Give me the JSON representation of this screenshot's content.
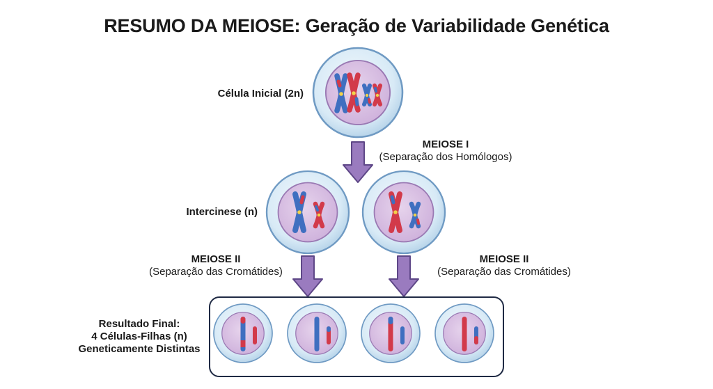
{
  "title": "RESUMO DA MEIOSE: Geração de Variabilidade Genética",
  "stages": {
    "initial": "Célula Inicial (2n)",
    "interkinesis": "Intercinese (n)",
    "result_line1": "Resultado Final:",
    "result_line2": "4 Células-Filhas (n)",
    "result_line3": "Geneticamente Distintas"
  },
  "steps": {
    "meiosis1_title": "MEIOSE I",
    "meiosis1_desc": "(Separação dos Homólogos)",
    "meiosis2_left_title": "MEIOSE II",
    "meiosis2_left_desc": "(Separação das Cromátides)",
    "meiosis2_right_title": "MEIOSE II",
    "meiosis2_right_desc": "(Separação das Cromátides)"
  },
  "colors": {
    "blue_chromosome": "#3f6fc0",
    "red_chromosome": "#d23a4a",
    "arrow": "#9170b8",
    "cell_outer": "#d2e6f4",
    "nucleus": "#d9c1e2"
  }
}
